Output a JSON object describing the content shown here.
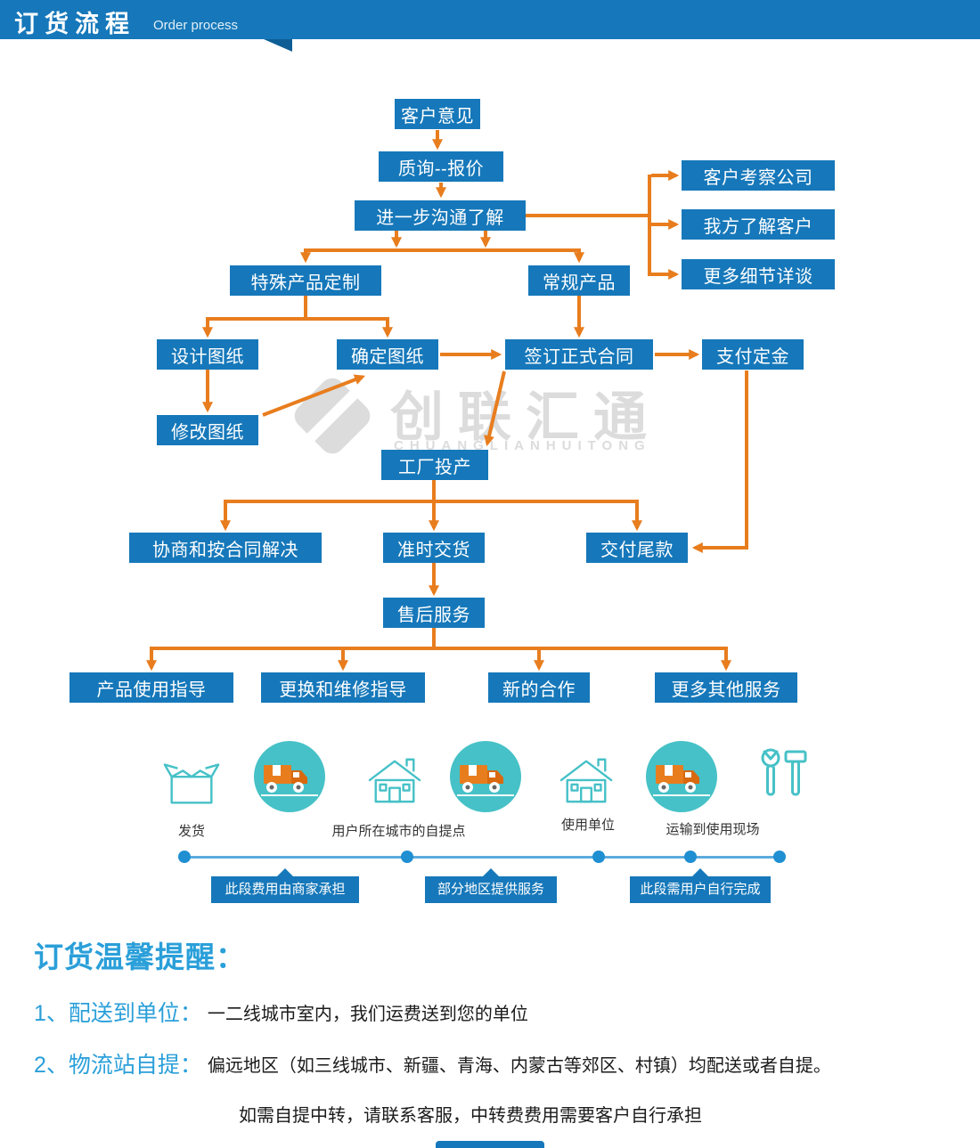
{
  "header": {
    "title_zh": "订货流程",
    "title_en": "Order process"
  },
  "flow": {
    "customer_opinion": "客户意见",
    "inquiry_quote": "质询--报价",
    "further_communication": "进一步沟通了解",
    "customer_visit": "客户考察公司",
    "know_customer": "我方了解客户",
    "more_details": "更多细节详谈",
    "special_custom": "特殊产品定制",
    "regular_product": "常规产品",
    "design_drawing": "设计图纸",
    "confirm_drawing": "确定图纸",
    "sign_contract": "签订正式合同",
    "pay_deposit": "支付定金",
    "modify_drawing": "修改图纸",
    "factory_production": "工厂投产",
    "negotiate_contract": "协商和按合同解决",
    "ontime_delivery": "准时交货",
    "pay_balance": "交付尾款",
    "aftersales_service": "售后服务",
    "usage_guidance": "产品使用指导",
    "replace_repair": "更换和维修指导",
    "new_cooperation": "新的合作",
    "more_services": "更多其他服务"
  },
  "watermark": {
    "name": "创联汇通",
    "sub": "CHUANGLIANHUITONG"
  },
  "logistics": {
    "labels": {
      "shipping": "发货",
      "pickup_point": "用户所在城市的自提点",
      "user_unit": "使用单位",
      "transport_site": "运输到使用现场"
    },
    "callouts": {
      "merchant_pays": "此段费用由商家承担",
      "partial_service": "部分地区提供服务",
      "user_completes": "此段需用户自行完成"
    }
  },
  "notice": {
    "title": "订货温馨提醒：",
    "item1_num": "1、",
    "item1_term": "配送到单位：",
    "item1_desc": "一二线城市室内，我们运费送到您的单位",
    "item2_num": "2、",
    "item2_term": "物流站自提：",
    "item2_desc": "偏远地区（如三线城市、新疆、青海、内蒙古等郊区、村镇）均配送或者自提。",
    "item3_desc": "如需自提中转，请联系客服，中转费费用需要客户自行承担"
  },
  "colors": {
    "header_blue": "#1678ba",
    "node_blue": "#1678ba",
    "arrow_orange": "#e87d1e",
    "teal": "#46c1c7",
    "timeline_blue": "#5cabdd",
    "notice_blue": "#2a9fd9"
  }
}
